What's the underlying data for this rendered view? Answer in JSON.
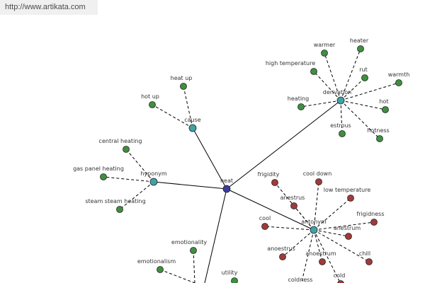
{
  "banner": {
    "url": "http://www.artikata.com"
  },
  "colors": {
    "center": "#3b3c9a",
    "hub": "#3fa3a6",
    "relation": "#3f8f3f",
    "antonym_term": "#a03a3a"
  },
  "graph": {
    "center": {
      "id": "heat",
      "label": "heat"
    },
    "hubs": [
      {
        "id": "derivation",
        "label": "derivation",
        "terms": [
          {
            "id": "warmer",
            "label": "warmer"
          },
          {
            "id": "heater",
            "label": "heater"
          },
          {
            "id": "high-temperature",
            "label": "high temperature"
          },
          {
            "id": "rut",
            "label": "rut"
          },
          {
            "id": "warmth",
            "label": "warmth"
          },
          {
            "id": "heating",
            "label": "heating"
          },
          {
            "id": "hot",
            "label": "hot"
          },
          {
            "id": "estrous",
            "label": "estrous"
          },
          {
            "id": "hotness",
            "label": "hotness"
          }
        ]
      },
      {
        "id": "cause",
        "label": "cause",
        "terms": [
          {
            "id": "heat-up",
            "label": "heat up"
          },
          {
            "id": "hot-up",
            "label": "hot up"
          }
        ]
      },
      {
        "id": "hyponym",
        "label": "hyponym",
        "terms": [
          {
            "id": "central-heating",
            "label": "central heating"
          },
          {
            "id": "gas-panel-heating",
            "label": "gas panel heating"
          },
          {
            "id": "steam-heating",
            "label": "steam steam heating"
          }
        ]
      },
      {
        "id": "antonym",
        "label": "antonym",
        "terms": [
          {
            "id": "frigidity",
            "label": "frigidity"
          },
          {
            "id": "cool-down",
            "label": "cool down"
          },
          {
            "id": "anestrus-1",
            "label": "anestrus"
          },
          {
            "id": "low-temperature",
            "label": "low temperature"
          },
          {
            "id": "cool",
            "label": "cool"
          },
          {
            "id": "frigidness",
            "label": "frigidness"
          },
          {
            "id": "anestrum-1",
            "label": "anestrum"
          },
          {
            "id": "anoestrus",
            "label": "anoestrus"
          },
          {
            "id": "anoestrum",
            "label": "anoestrum"
          },
          {
            "id": "chill",
            "label": "chill"
          },
          {
            "id": "cold",
            "label": "cold"
          },
          {
            "id": "coldness",
            "label": "coldness"
          }
        ]
      }
    ],
    "extra_terms": [
      {
        "id": "emotionality",
        "label": "emotionality"
      },
      {
        "id": "emotionalism",
        "label": "emotionalism"
      },
      {
        "id": "utility",
        "label": "utility"
      }
    ]
  }
}
